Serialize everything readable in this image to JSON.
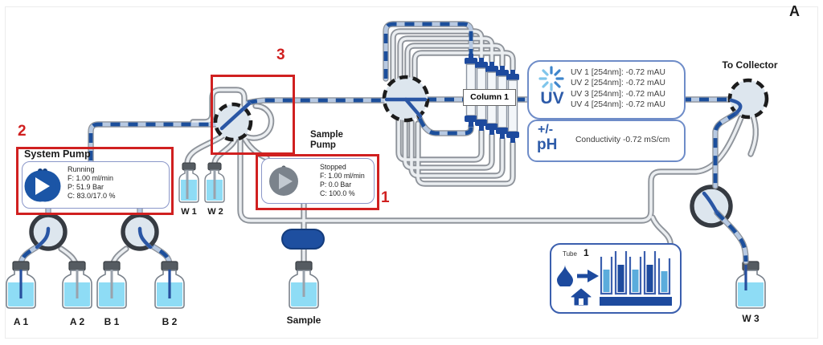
{
  "figure_label": "A",
  "markers": {
    "sample_pump": "1",
    "system_pump": "2",
    "mixer_valve": "3"
  },
  "system_pump": {
    "title": "System Pump",
    "status": "Running",
    "flow": "F: 1.00 ml/min",
    "pressure": "P: 51.9 Bar",
    "concentration": "C: 83.0/17.0 %"
  },
  "sample_pump": {
    "title": "Sample Pump",
    "status": "Stopped",
    "flow": "F: 1.00 ml/min",
    "pressure": "P: 0.0 Bar",
    "concentration": "C: 100.0 %"
  },
  "uv_panel": {
    "label": "UV",
    "readings": [
      "UV 1 [254nm]: -0.72 mAU",
      "UV 2 [254nm]: -0.72 mAU",
      "UV 3 [254nm]: -0.72 mAU",
      "UV 4 [254nm]: -0.72 mAU"
    ]
  },
  "ph_panel": {
    "sign": "+/-",
    "label": "pH",
    "reading": "Conductivity -0.72 mS/cm"
  },
  "column_label": "Column 1",
  "collector_label": "To Collector",
  "fraction_collector": {
    "tube_word": "Tube",
    "tube_number": "1"
  },
  "bottle_labels": {
    "a1": "A 1",
    "a2": "A 2",
    "b1": "B 1",
    "b2": "B 2",
    "w1": "W 1",
    "w2": "W 2",
    "sample": "Sample",
    "w3": "W 3"
  },
  "colors": {
    "flow_blue": "#1c4f9c",
    "tube_gray": "#8f949b",
    "highlight_red": "#d02020",
    "panel_blue": "#2d5ba9",
    "liquid_cyan": "#8edcf5"
  }
}
